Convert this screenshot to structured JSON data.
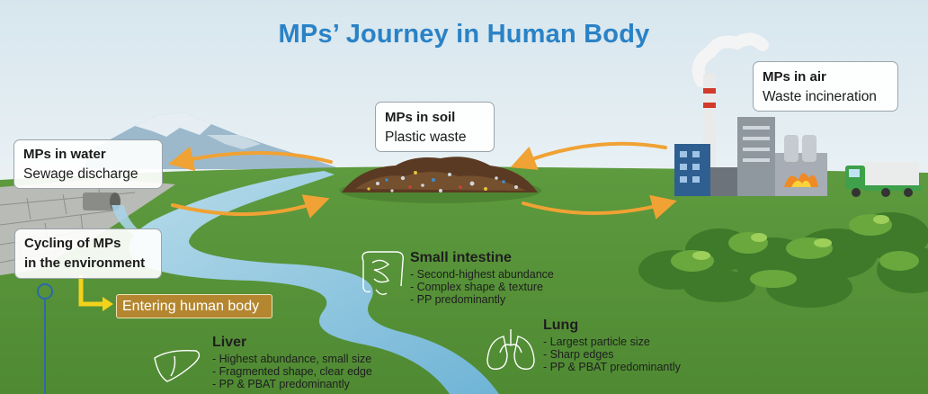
{
  "title": "MPs’ Journey in Human Body",
  "boxes": {
    "air": {
      "title": "MPs in air",
      "sub": "Waste incineration"
    },
    "soil": {
      "title": "MPs in soil",
      "sub": "Plastic waste"
    },
    "water": {
      "title": "MPs in water",
      "sub": "Sewage discharge"
    },
    "cycling": {
      "line1": "Cycling of MPs",
      "line2": "in the environment"
    }
  },
  "entering_label": "Entering human body",
  "organs": {
    "small_intestine": {
      "name": "Small intestine",
      "points": [
        "Second-highest abundance",
        "Complex shape & texture",
        "PP predominantly"
      ]
    },
    "lung": {
      "name": "Lung",
      "points": [
        "Largest particle size",
        "Sharp edges",
        "PP & PBAT predominantly"
      ]
    },
    "liver": {
      "name": "Liver",
      "points": [
        "Highest abundance, small size",
        "Fragmented shape, clear edge",
        "PP & PBAT predominantly"
      ]
    }
  },
  "colors": {
    "title": "#2a82c6",
    "ground": "#58923a",
    "river": "#7dbcd9",
    "arrow": "#f0a234",
    "enter_box": "#b4862f",
    "enter_arrow": "#f3d21c"
  }
}
